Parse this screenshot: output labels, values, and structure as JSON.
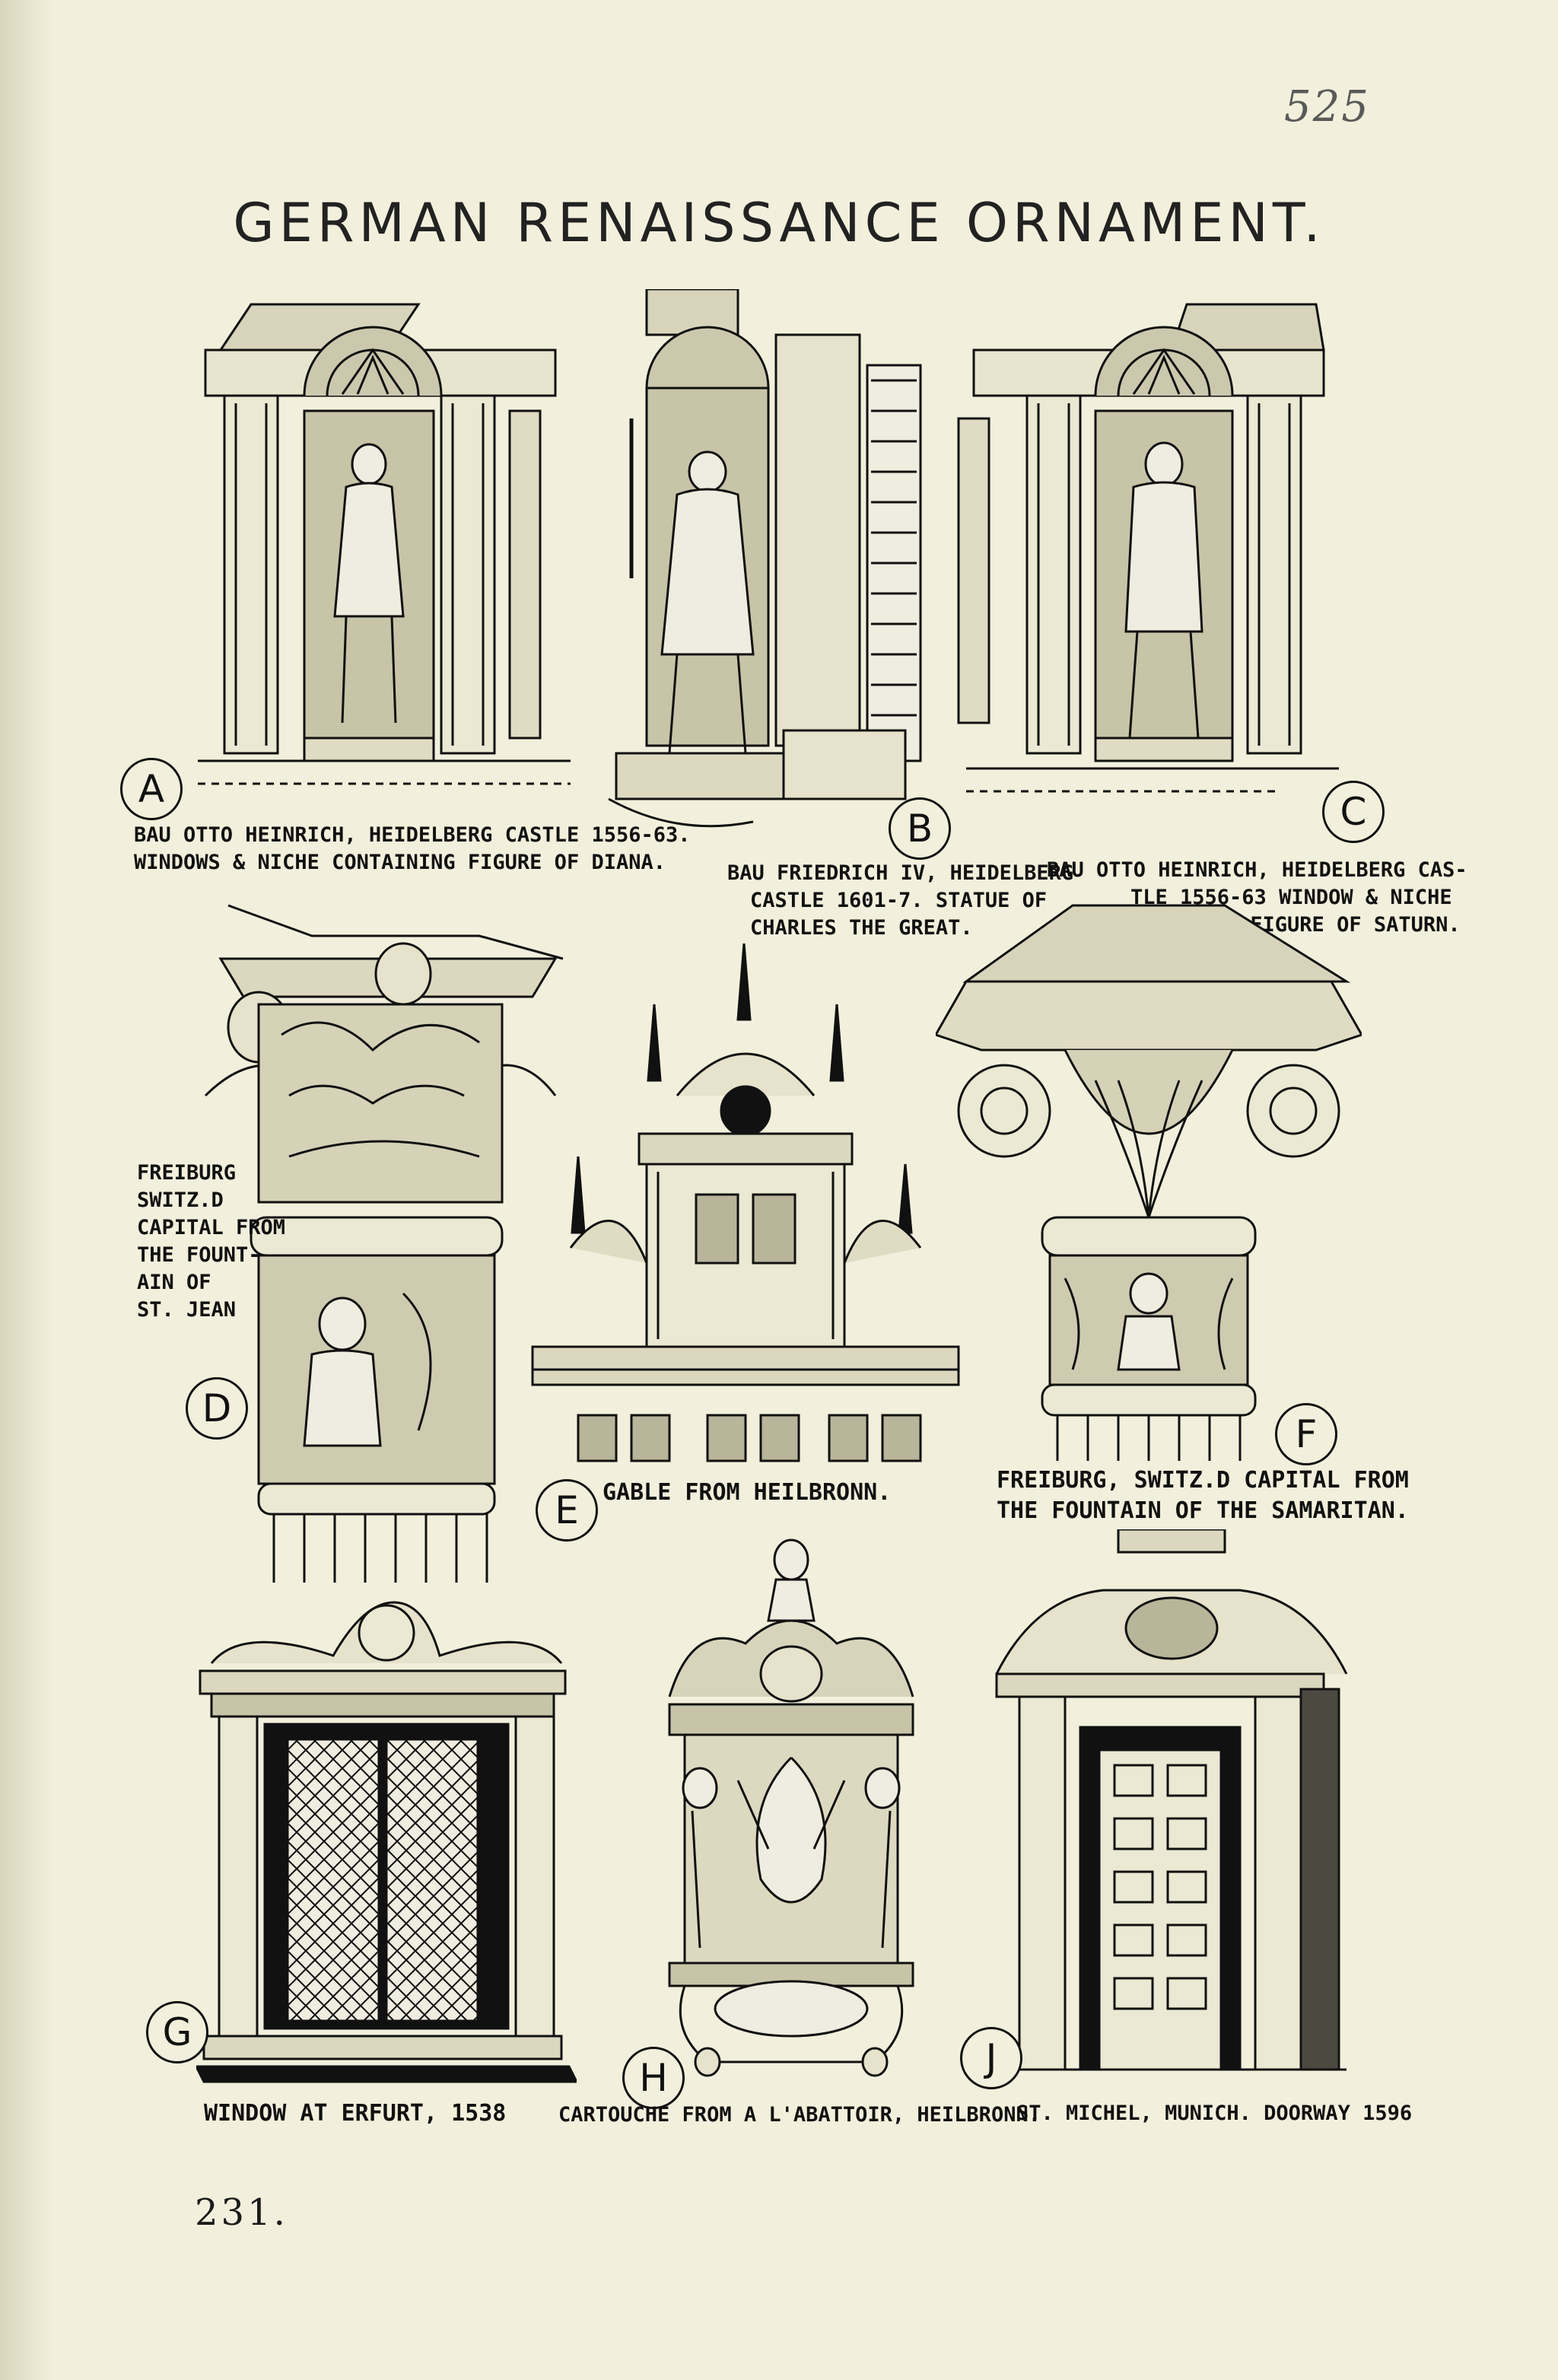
{
  "handwritten_number": "525",
  "title": "GERMAN RENAISSANCE ORNAMENT.",
  "plate_number": "231.",
  "figures": {
    "A": {
      "letter": "A",
      "caption": [
        "BAU OTTO HEINRICH, HEIDELBERG CASTLE 1556-63.",
        "WINDOWS & NICHE CONTAINING FIGURE OF DIANA."
      ]
    },
    "B": {
      "letter": "B",
      "caption": [
        "BAU FRIEDRICH IV, HEIDELBERG",
        "CASTLE 1601-7. STATUE OF",
        "CHARLES THE GREAT."
      ]
    },
    "C": {
      "letter": "C",
      "caption": [
        "BAU OTTO HEINRICH, HEIDELBERG CAS-",
        "TLE 1556-63 WINDOW & NICHE",
        "WITH FIGURE OF SATURN."
      ]
    },
    "D": {
      "letter": "D",
      "caption": [
        "FREIBURG",
        "SWITZ.D",
        "CAPITAL FROM",
        "THE FOUNT-",
        "AIN OF",
        "ST. JEAN"
      ]
    },
    "E": {
      "letter": "E",
      "caption": [
        "GABLE FROM HEILBRONN."
      ]
    },
    "F": {
      "letter": "F",
      "caption": [
        "FREIBURG, SWITZ.D CAPITAL FROM",
        "THE FOUNTAIN OF THE SAMARITAN."
      ]
    },
    "G": {
      "letter": "G",
      "caption": [
        "WINDOW AT ERFURT, 1538"
      ]
    },
    "H": {
      "letter": "H",
      "caption": [
        "CARTOUCHE FROM A L'ABATTOIR, HEILBRONN."
      ]
    },
    "J": {
      "letter": "J",
      "caption": [
        "ST. MICHEL, MUNICH. DOORWAY 1596"
      ]
    }
  },
  "colors": {
    "paper": "#f2f0dc",
    "ink": "#111111"
  }
}
